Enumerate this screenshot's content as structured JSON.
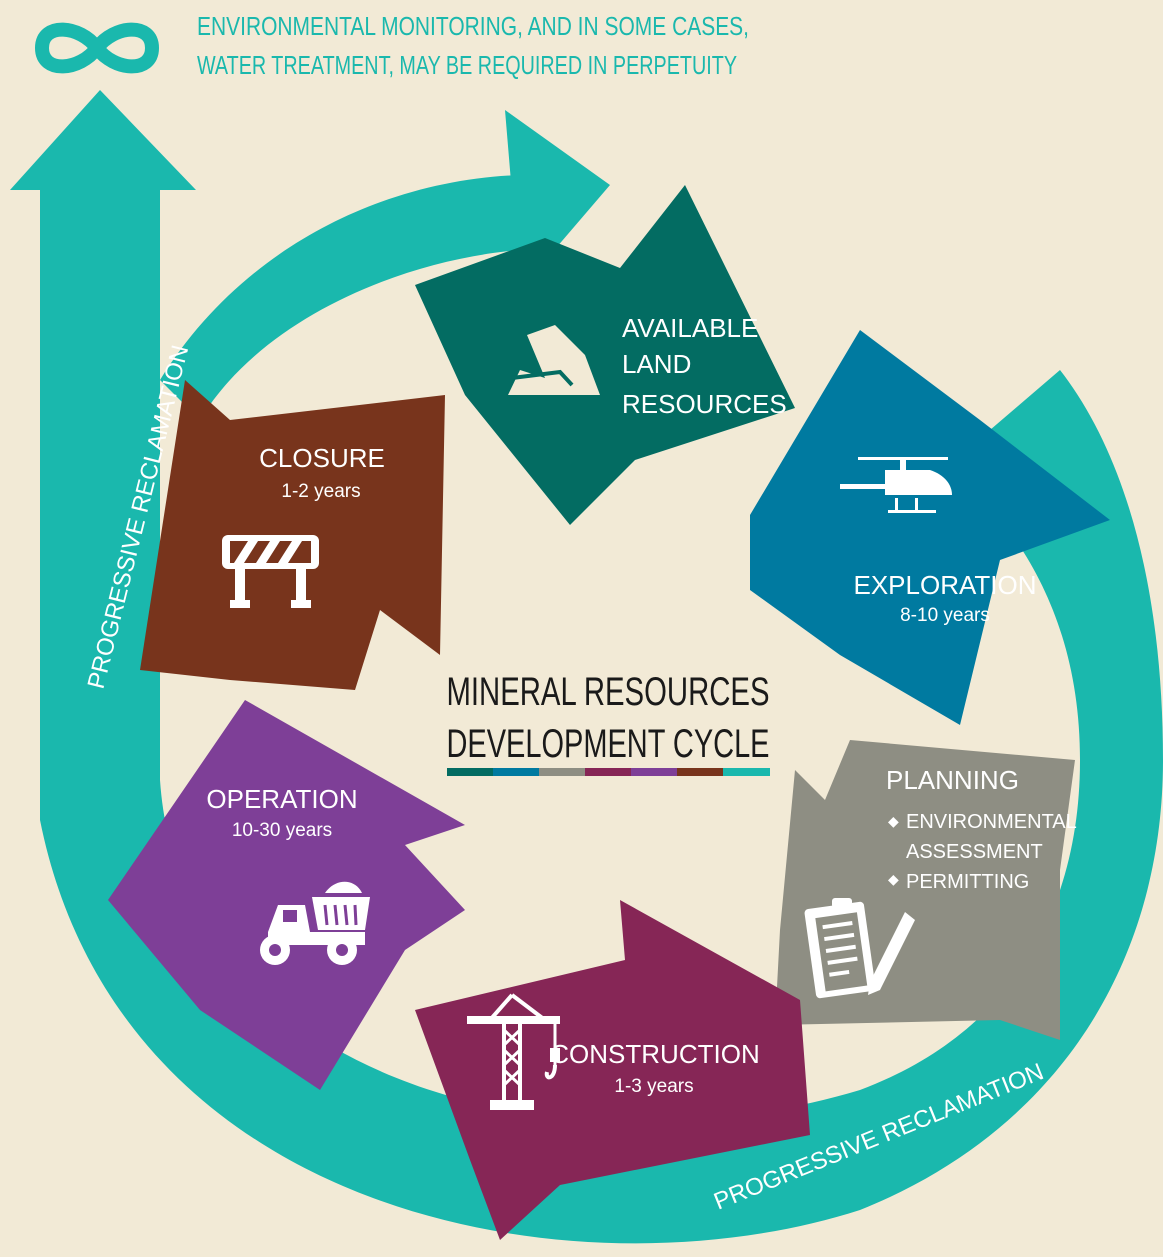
{
  "header": {
    "line1": "ENVIRONMENTAL MONITORING, AND IN SOME CASES,",
    "line2": "WATER TREATMENT, MAY BE REQUIRED IN PERPETUITY"
  },
  "title": {
    "line1": "MINERAL RESOURCES",
    "line2": "DEVELOPMENT CYCLE"
  },
  "stages": {
    "available_land": {
      "line1": "AVAILABLE",
      "line2": "LAND",
      "line3": "RESOURCES",
      "icon": "mountain-icon"
    },
    "exploration": {
      "label": "EXPLORATION",
      "duration": "8-10 years",
      "icon": "helicopter-icon"
    },
    "planning": {
      "label": "PLANNING",
      "bullet1_line1": "ENVIRONMENTAL",
      "bullet1_line2": "ASSESSMENT",
      "bullet2": "PERMITTING",
      "icon": "clipboard-pen-icon"
    },
    "construction": {
      "label": "CONSTRUCTION",
      "duration": "1-3 years",
      "icon": "crane-icon"
    },
    "operation": {
      "label": "OPERATION",
      "duration": "10-30 years",
      "icon": "dump-truck-icon"
    },
    "closure": {
      "label": "CLOSURE",
      "duration": "1-2 years",
      "icon": "road-barrier-icon"
    }
  },
  "reclamation": {
    "left_label": "PROGRESSIVE RECLAMATION",
    "bottom_label": "PROGRESSIVE RECLAMATION"
  },
  "colors": {
    "background": "#f2ead6",
    "teal": "#1ab8ad",
    "available_land": "#036c62",
    "exploration": "#007aa0",
    "planning": "#8e8e83",
    "construction": "#862656",
    "operation": "#7e3f97",
    "closure": "#78341c"
  }
}
